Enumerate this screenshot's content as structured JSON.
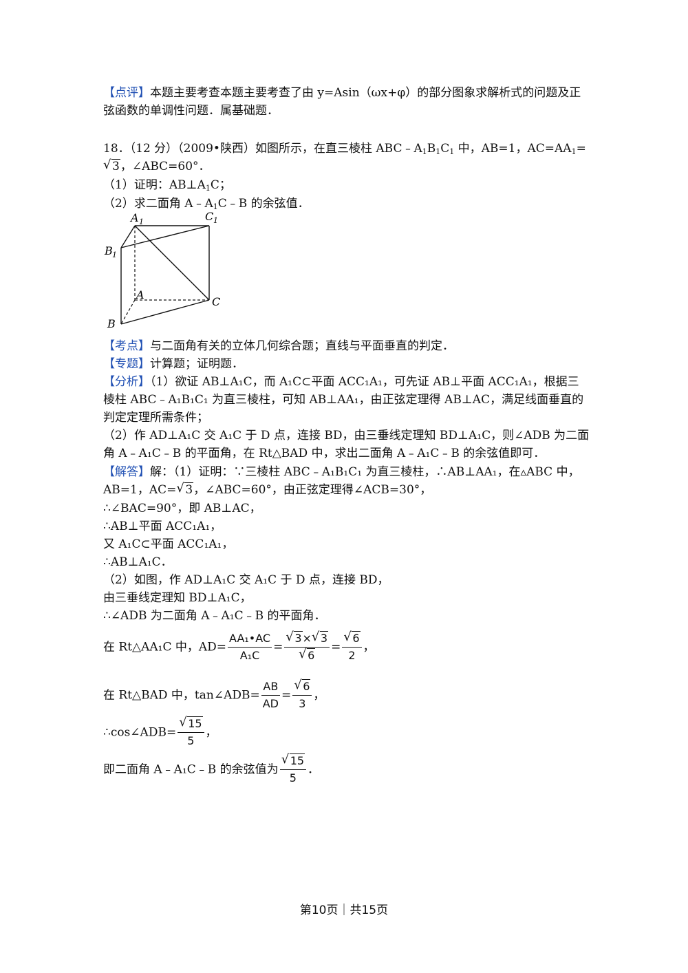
{
  "review": {
    "tag": "【点评】",
    "line1": "本题主要考查本题主要考查了由 y=Asin（ωx+φ）的部分图象求解析式的问题及正",
    "line2": "弦函数的单调性问题．属基础题．"
  },
  "problem": {
    "head1": "18．（12 分）（2009•陕西）如图所示，在直三棱柱 ABC﹣A",
    "head1_s1": "1",
    "head1_b": "B",
    "head1_s2": "1",
    "head1_c": "C",
    "head1_s3": "1",
    "head1_tail": " 中，AB=1，AC=AA",
    "head1_s4": "1",
    "head1_end": "=",
    "head2_rad": "3",
    "head2_tail": "，∠ABC=60°．",
    "q1": "（1）证明：AB⊥A",
    "q1_sub": "1",
    "q1_end": "C；",
    "q2": "（2）求二面角 A﹣A",
    "q2_sub": "1",
    "q2_end": "C﹣B 的余弦值．"
  },
  "figure": {
    "label_A1": "A",
    "label_A1_sub": "1",
    "label_C1": "C",
    "label_C1_sub": "1",
    "label_B1": "B",
    "label_B1_sub": "1",
    "label_A": "A",
    "label_B": "B",
    "label_C": "C"
  },
  "kaodian": {
    "tag": "【考点】",
    "text": "与二面角有关的立体几何综合题；直线与平面垂直的判定．"
  },
  "zhuanti": {
    "tag": "【专题】",
    "text": "计算题；证明题．"
  },
  "analysis": {
    "tag": "【分析】",
    "l1": "（1）欲证 AB⊥A₁C，而 A₁C⊂平面 ACC₁A₁，可先证 AB⊥平面 ACC₁A₁，根据三",
    "l2": "棱柱 ABC﹣A₁B₁C₁ 为直三棱柱，可知 AB⊥AA₁，由正弦定理得 AB⊥AC，满足线面垂直的",
    "l3": "判定定理所需条件；",
    "l4": "（2）作 AD⊥A₁C 交 A₁C 于 D 点，连接 BD，由三垂线定理知 BD⊥A₁C，则∠ADB 为二面",
    "l5": "角 A﹣A₁C﹣B 的平面角，在 Rt△BAD 中，求出二面角 A﹣A₁C﹣B 的余弦值即可．"
  },
  "solution": {
    "tag": "【解答】",
    "l1": "解：（1）证明：∵三棱柱 ABC﹣A₁B₁C₁ 为直三棱柱，∴AB⊥AA₁，在▵ABC 中，",
    "l2a": "AB=1，AC=",
    "l2_rad": "3",
    "l2b": "，∠ABC=60°，由正弦定理得∠ACB=30°，",
    "l3": "∴∠BAC=90°，即 AB⊥AC，",
    "l4": "∴AB⊥平面 ACC₁A₁，",
    "l5": "又 A₁C⊂平面 ACC₁A₁，",
    "l6": "∴AB⊥A₁C．",
    "l7": "（2）如图，作 AD⊥A₁C 交 A₁C 于 D 点，连接 BD，",
    "l8": "由三垂线定理知 BD⊥A₁C，",
    "l9": "∴∠ADB 为二面角 A﹣A₁C﹣B 的平面角．",
    "f1_pre": "在 Rt△AA₁C 中，AD=",
    "f1_num1": "AA₁•AC",
    "f1_den1": "A₁C",
    "f1_eq": "=",
    "f1_num2a": "3",
    "f1_times": "×",
    "f1_num2b": "3",
    "f1_den2": "6",
    "f1_num3": "6",
    "f1_den3": "2",
    "f1_end": "，",
    "f2_pre": "在 Rt△BAD 中，tan∠ADB=",
    "f2_num1": "AB",
    "f2_den1": "AD",
    "f2_num2": "6",
    "f2_den2": "3",
    "f2_end": "，",
    "f3_pre": "∴cos∠ADB=",
    "f3_num": "15",
    "f3_den": "5",
    "f3_end": "，",
    "f4_pre": "即二面角 A﹣A₁C﹣B 的余弦值为",
    "f4_num": "15",
    "f4_den": "5",
    "f4_end": "．"
  },
  "footer": {
    "text": "第10页｜共15页"
  }
}
